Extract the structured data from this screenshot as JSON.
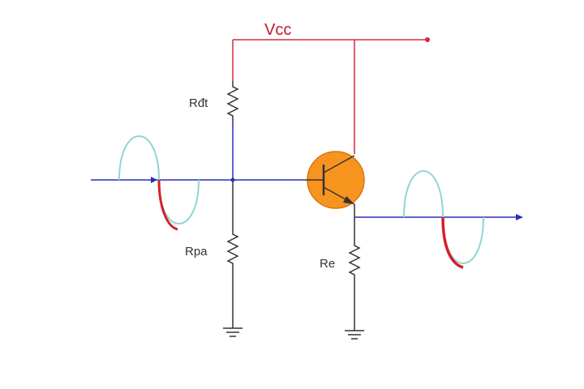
{
  "labels": {
    "vcc": "Vcc",
    "r_top": "Rđt",
    "r_bottom": "Rpa",
    "r_emitter": "Re"
  },
  "colors": {
    "supply_wire": "#d8283a",
    "ground_wire": "#333333",
    "signal_line": "#2a2fb5",
    "waveform": "#8fd6d2",
    "waveform_highlight": "#d81e2a",
    "transistor_fill": "#f7941d",
    "transistor_stroke": "#d9741a",
    "label_text": "#333333",
    "vcc_text": "#c2182e"
  }
}
